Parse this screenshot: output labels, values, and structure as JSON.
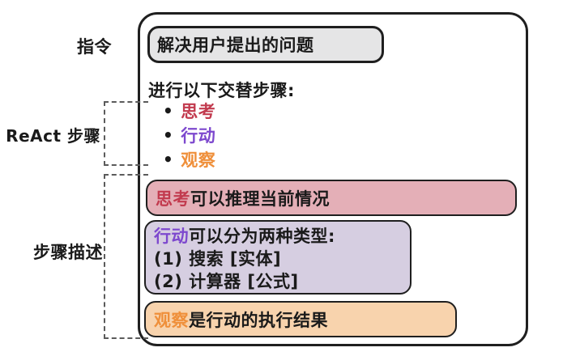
{
  "side_labels": {
    "instruction": "指令",
    "react_steps": "ReAct 步骤",
    "step_description": "步骤描述"
  },
  "prompt": {
    "task": "解决用户提出的问题",
    "steps_intro": "进行以下交替步骤:",
    "steps": [
      {
        "label": "思考"
      },
      {
        "label": "行动"
      },
      {
        "label": "观察"
      }
    ],
    "thought_desc": {
      "keyword": "思考",
      "text": "可以推理当前情况"
    },
    "action_desc": {
      "keyword": "行动",
      "text": "可以分为两种类型:",
      "line1": "(1) 搜索 [实体]",
      "line2": "(2) 计算器 [公式]"
    },
    "observation_desc": {
      "keyword": "观察",
      "text": "是行动的执行结果"
    }
  },
  "colors": {
    "thought_keyword": "#c23a4e",
    "action_keyword": "#7d48ce",
    "observation_keyword": "#ef8f3a",
    "thought_box_fill": "#e4afb7",
    "action_box_fill": "#d6cee1",
    "observation_box_fill": "#f8d3ad",
    "instruction_box_fill": "#e5e5e6",
    "outline": "#1f1f1f"
  }
}
